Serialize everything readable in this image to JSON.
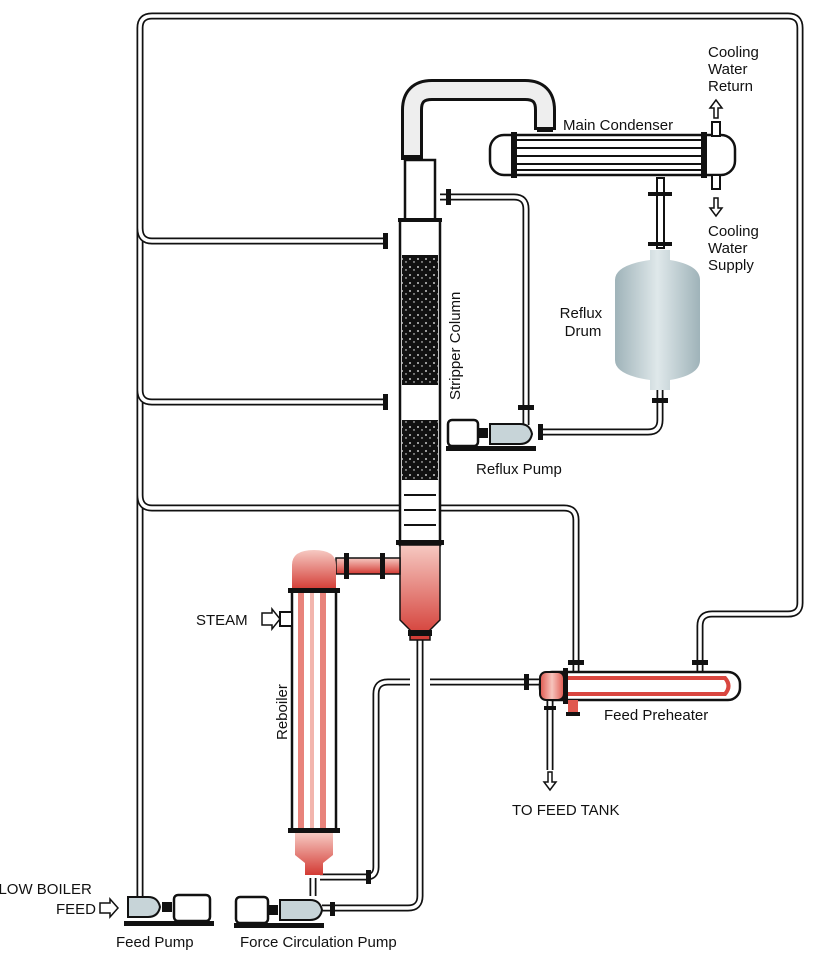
{
  "labels": {
    "cooling_water_return": [
      "Cooling",
      "Water",
      "Return"
    ],
    "main_condenser": "Main Condenser",
    "cooling_water_supply": [
      "Cooling",
      "Water",
      "Supply"
    ],
    "reflux_drum": [
      "Reflux",
      "Drum"
    ],
    "stripper_column": "Stripper Column",
    "reflux_pump": "Reflux Pump",
    "steam": "STEAM",
    "reboiler": "Reboiler",
    "feed_preheater": "Feed Preheater",
    "to_feed_tank": "TO FEED TANK",
    "low_boiler_feed": [
      "LOW BOILER",
      "FEED"
    ],
    "feed_pump": "Feed Pump",
    "force_circulation_pump": "Force Circulation Pump"
  },
  "colors": {
    "hot_fluid": "#d9463f",
    "hot_fluid_light": "#f2b5ad",
    "reflux_drum": "#b7c7cc",
    "pipe": "#111111"
  }
}
